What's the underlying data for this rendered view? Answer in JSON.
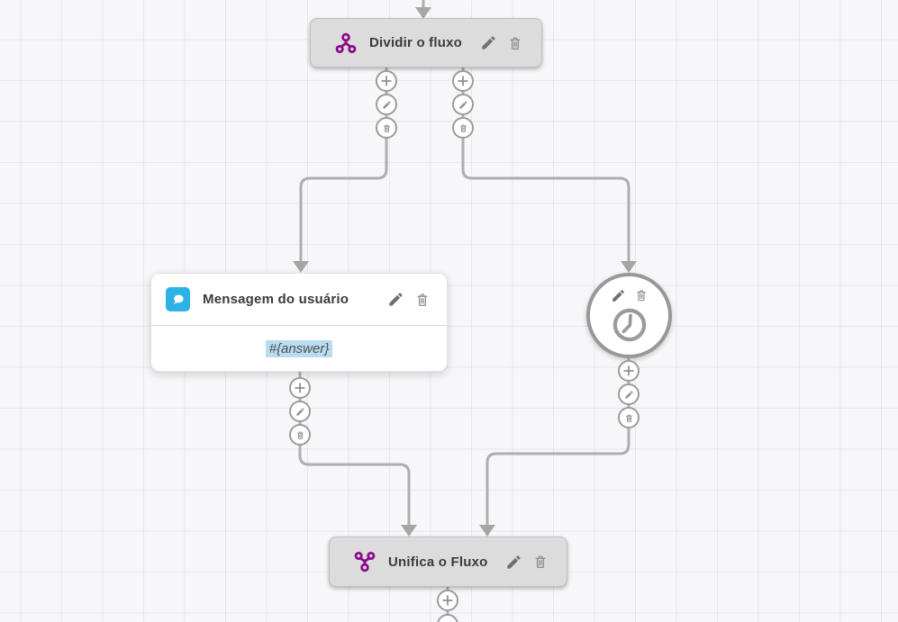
{
  "canvas": {
    "name": "chatbot-flow-builder"
  },
  "colors": {
    "accent_purple": "#8B0A8B",
    "message_icon_blue": "#2EB2E6",
    "variable_highlight": "#B9DCEE",
    "node_gray": "#DCDCDC",
    "connector_gray": "#AEAEAE"
  },
  "nodes": {
    "split": {
      "label": "Dividir o fluxo",
      "icon": "split-icon"
    },
    "message": {
      "label": "Mensagem do usuário",
      "icon": "chat-bubble-icon",
      "body_variable": "#{answer}"
    },
    "timer": {
      "icon": "clock-icon"
    },
    "merge": {
      "label": "Unifica o Fluxo",
      "icon": "merge-icon"
    }
  },
  "actions": {
    "add": {
      "icon": "plus-icon"
    },
    "edit": {
      "icon": "pencil-icon"
    },
    "delete": {
      "icon": "trash-icon"
    }
  }
}
